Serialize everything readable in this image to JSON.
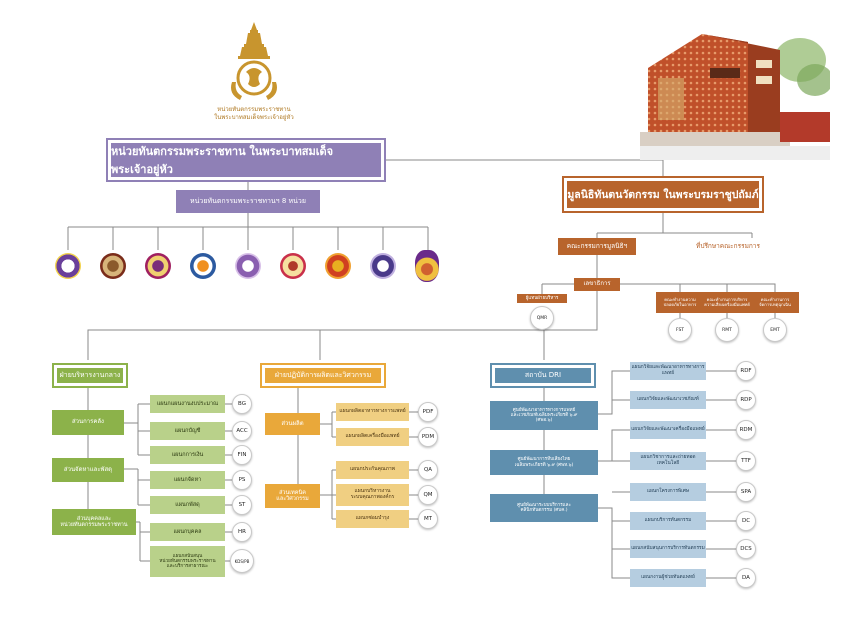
{
  "colors": {
    "purple": "#8f80b6",
    "brown": "#b8642c",
    "green": "#8cb24a",
    "orange": "#e9a83a",
    "blue": "#5f8fae",
    "gold": "#c8952e"
  },
  "header": {
    "emblem": "royal-emblem-icon",
    "emblem_caption_line1": "หน่วยทันตกรรมพระราชทาน",
    "emblem_caption_line2": "ในพระบาทสมเด็จพระเจ้าอยู่หัว",
    "building_photo": "building-photo"
  },
  "left_top": {
    "title": "หน่วยทันตกรรมพระราชทาน ในพระบาทสมเด็จพระเจ้าอยู่หัว",
    "units_label": "หน่วยทันตกรรมพระราชทานฯ 8 หน่วย",
    "logos": [
      "logo-1",
      "logo-2",
      "logo-3",
      "logo-4",
      "logo-5",
      "logo-6",
      "logo-7",
      "logo-8",
      "logo-9"
    ]
  },
  "right_top": {
    "title": "มูลนิธิทันตนวัตกรรม ในพระบรมราชูปถัมภ์",
    "board": "คณะกรรมการมูลนิธิฯ",
    "advisors": "ที่ปรึกษาคณะกรรมการ",
    "secretary": "เลขาธิการ",
    "qmr_label": "ผู้แทนฝ่ายบริหาร",
    "qmr_code": "QMR",
    "committees": [
      {
        "label": "คณะทำงานความ\nปลอดภัยในอาหาร",
        "code": "FST"
      },
      {
        "label": "คณะทำงานการบริหาร\nความเสี่ยงเครื่องมือแพทย์",
        "code": "RMT"
      },
      {
        "label": "คณะทำงานการ\nจัดการเหตุฉุกเฉิน",
        "code": "EMT"
      }
    ]
  },
  "admin": {
    "title": "ฝ่ายบริหารงานกลาง",
    "sections": [
      {
        "label": "ส่วนการคลัง"
      },
      {
        "label": "ส่วนจัดหาและพัสดุ"
      },
      {
        "label": "ส่วนบุคคลและ\nหน่วยทันตกรรมพระราชทาน"
      }
    ],
    "items": [
      {
        "label": "แผนกแผนงานงบประมาณ",
        "code": "BG"
      },
      {
        "label": "แผนกบัญชี",
        "code": "ACC"
      },
      {
        "label": "แผนกการเงิน",
        "code": "FIN"
      },
      {
        "label": "แผนกจัดหา",
        "code": "PS"
      },
      {
        "label": "แผนกพัสดุ",
        "code": "ST"
      },
      {
        "label": "แผนกบุคคล",
        "code": "HR"
      },
      {
        "label": "แผนกสนับสนุน\nหน่วยทันตกรรมพระราชทาน\nและบริการสาธารณะ",
        "code": "KDS/PB"
      }
    ]
  },
  "production": {
    "title": "ฝ่ายปฏิบัติการผลิตและวิศวกรรม",
    "sections": [
      {
        "label": "ส่วนผลิต"
      },
      {
        "label": "ส่วนเทคนิค\nและวิศวกรรม"
      }
    ],
    "items": [
      {
        "label": "แผนกผลิตอาหารทางการแพทย์",
        "code": "PDF"
      },
      {
        "label": "แผนกผลิตเครื่องมือแพทย์",
        "code": "PDM"
      },
      {
        "label": "แผนกประกันคุณภาพ",
        "code": "QA"
      },
      {
        "label": "แผนกบริหารงาน\nระบบคุณภาพองค์กร",
        "code": "QM"
      },
      {
        "label": "แผนกซ่อมบำรุง",
        "code": "MT"
      }
    ]
  },
  "dri": {
    "title": "สถาบัน DRI",
    "centers": [
      {
        "label": "ศูนย์พัฒนาอาหารทางการแพทย์\nและเวชภัณฑ์เฉลิมพระเกียรติ ๖.๙\n(ศพอ.๖)"
      },
      {
        "label": "ศูนย์พัฒนาการหีบเสียงไทย\nเฉลิมพระเกียรติ ๖.๙ (ศพห.๖)"
      },
      {
        "label": "ศูนย์พัฒนาระบบบริการและ\nคลินิกทันตกรรม (ศบค.)"
      }
    ],
    "items": [
      {
        "label": "แผนกวิจัยและพัฒนาอาหารทางการแพทย์",
        "code": "RDF"
      },
      {
        "label": "แผนกวิจัยและพัฒนาเวชภัณฑ์",
        "code": "RDP"
      },
      {
        "label": "แผนกวิจัยและพัฒนาเครื่องมือแพทย์",
        "code": "RDM"
      },
      {
        "label": "แผนกวิชาการและถ่ายทอดเทคโนโลยี",
        "code": "TTF"
      },
      {
        "label": "แผนกโครงการพิเศษ",
        "code": "SPA"
      },
      {
        "label": "แผนกบริการทันตกรรม",
        "code": "DC"
      },
      {
        "label": "แผนกสนับสนุนการบริการทันตกรรม",
        "code": "DCS"
      },
      {
        "label": "แผนกงานผู้ช่วยทันตแพทย์",
        "code": "DA"
      }
    ]
  }
}
